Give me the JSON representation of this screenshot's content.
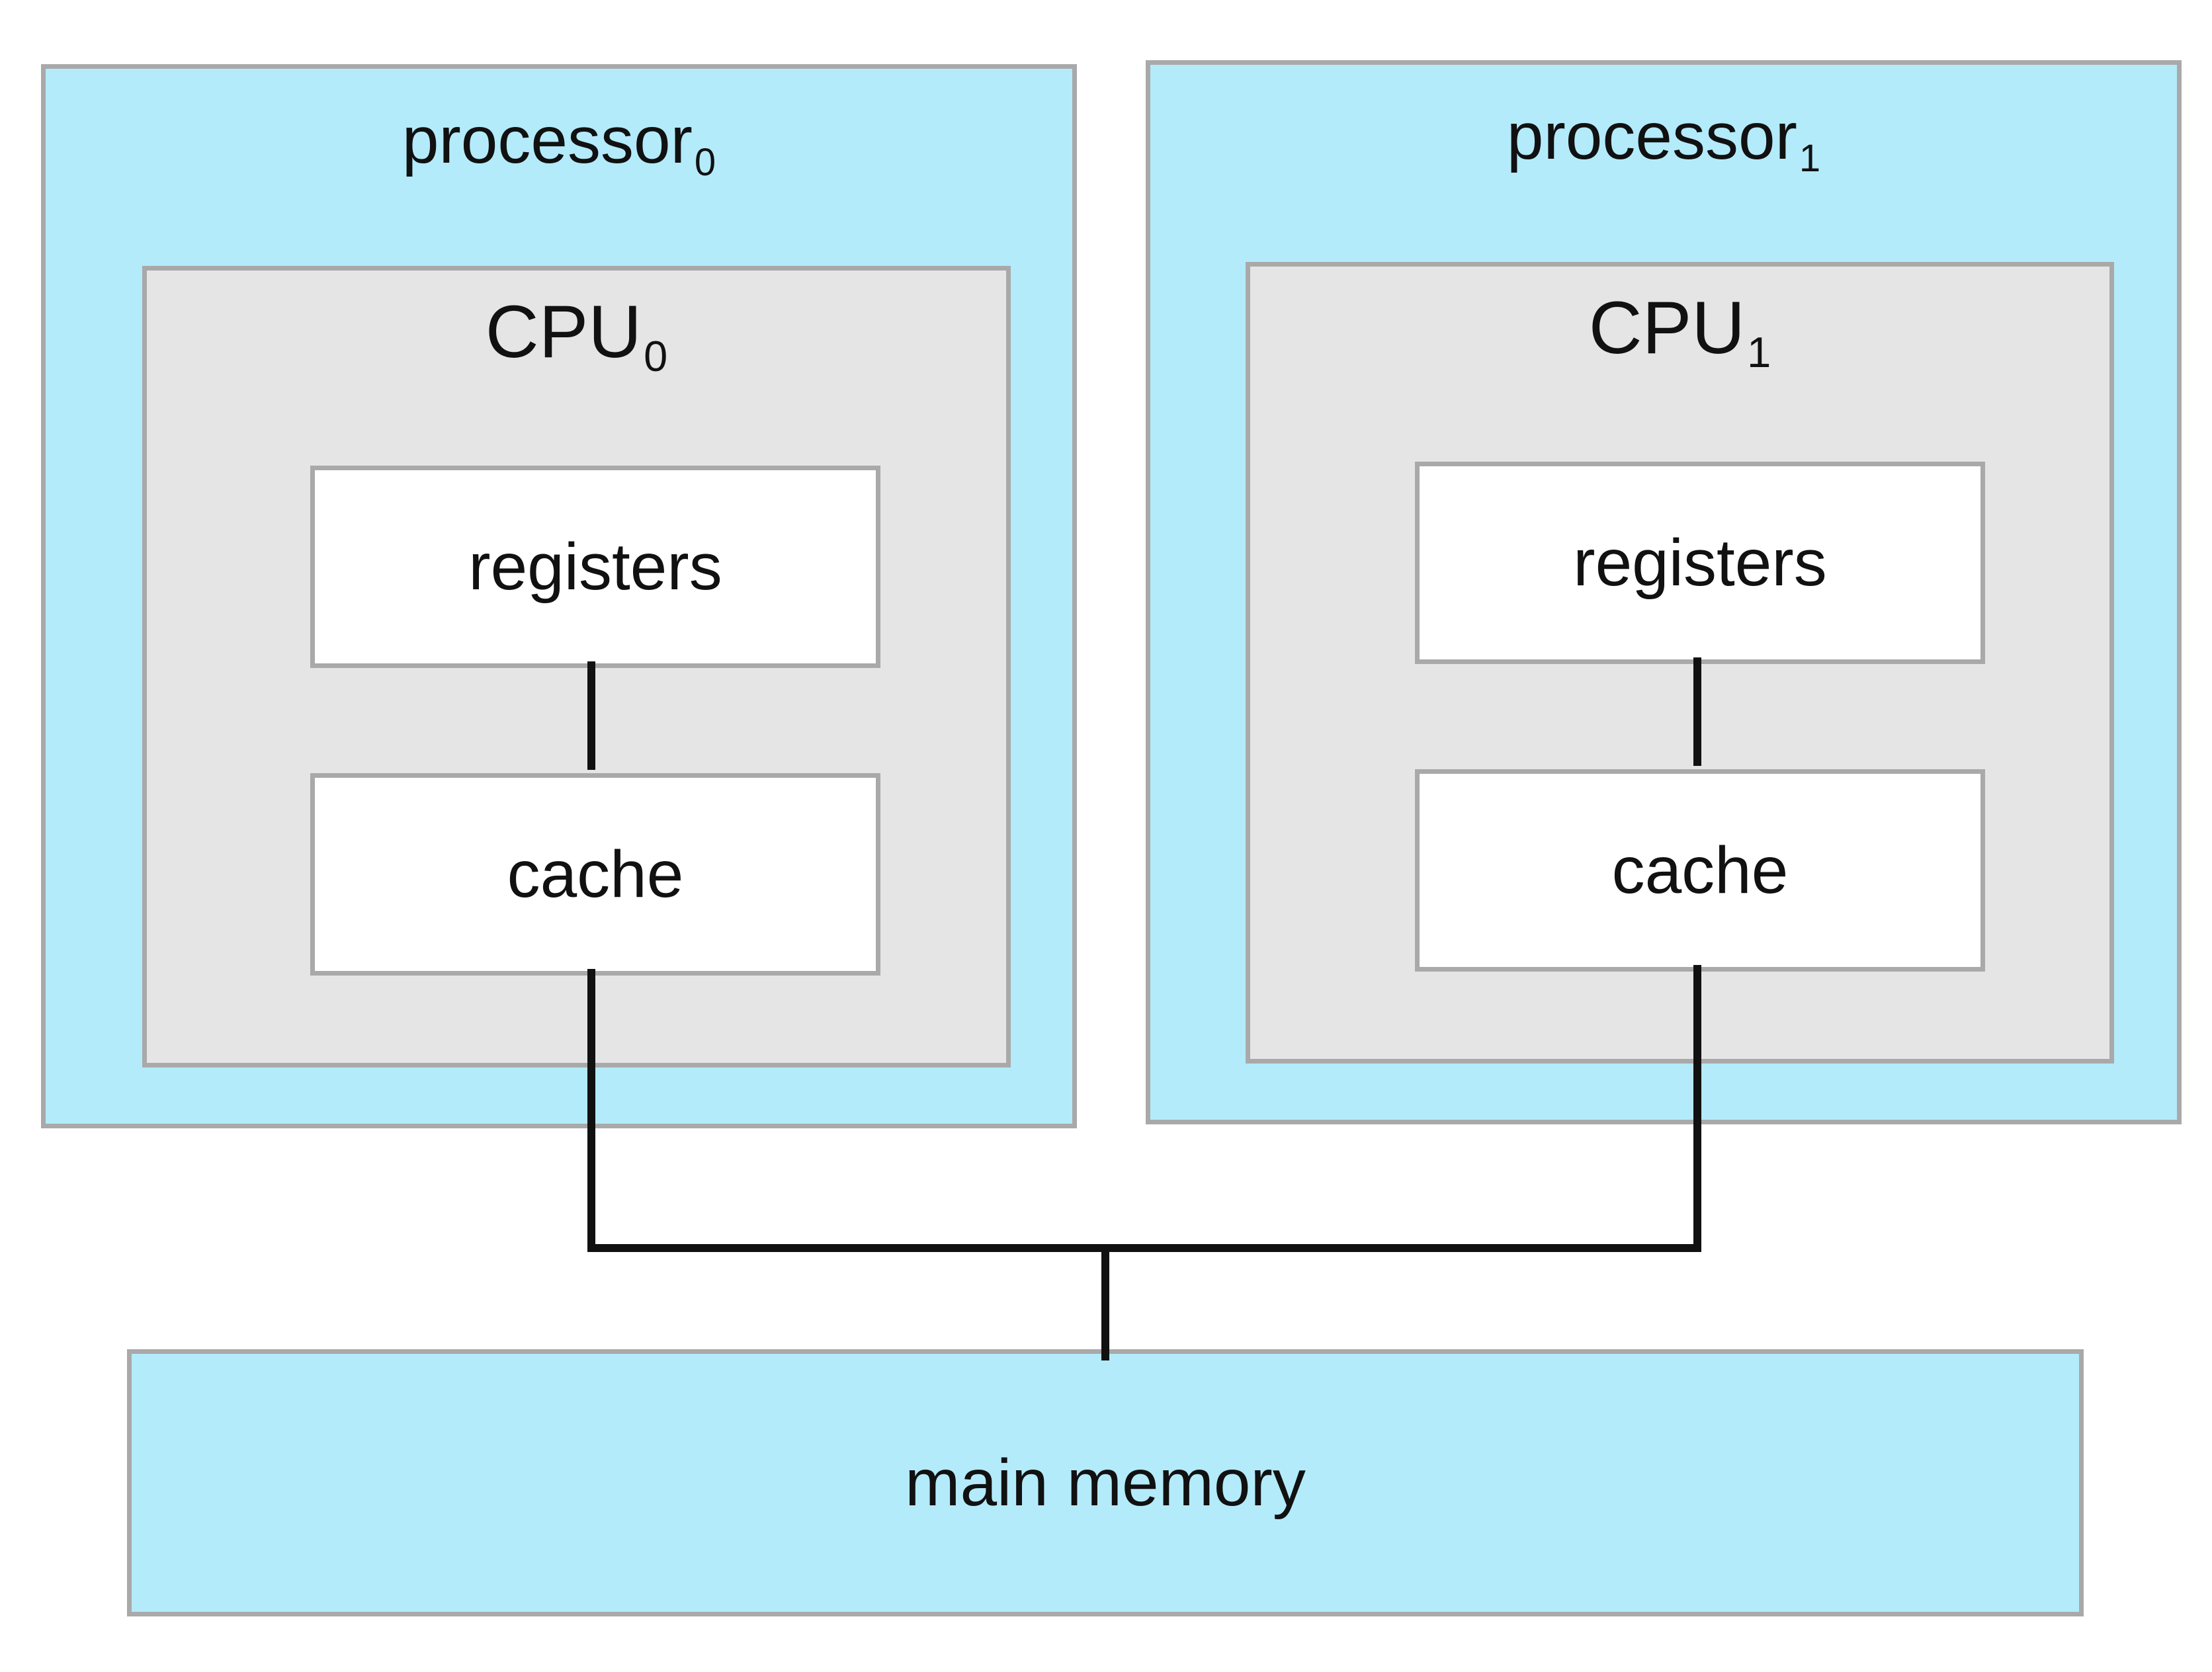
{
  "diagram": {
    "processors": [
      {
        "name": "processor",
        "index": "0",
        "cpu": {
          "name": "CPU",
          "index": "0",
          "registers": "registers",
          "cache": "cache"
        }
      },
      {
        "name": "processor",
        "index": "1",
        "cpu": {
          "name": "CPU",
          "index": "1",
          "registers": "registers",
          "cache": "cache"
        }
      }
    ],
    "memory": {
      "label": "main memory"
    },
    "colors": {
      "processor_fill": "#b3ebfb",
      "cpu_fill": "#e5e5e5",
      "unit_fill": "#ffffff",
      "border": "#a9a9a9",
      "connector": "#111111"
    }
  }
}
